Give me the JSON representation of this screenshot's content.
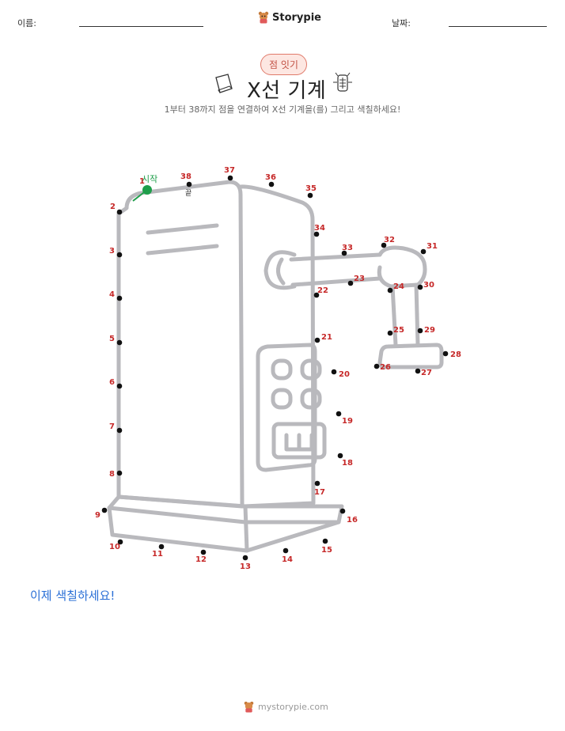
{
  "header": {
    "name_label": "이름:",
    "date_label": "날짜:",
    "brand": "Storypie"
  },
  "badge": "점 잇기",
  "title": "X선 기계",
  "subtitle": "1부터 38까지 점을 연결하여 X선 기계을(를) 그리고 색칠하세요!",
  "start_label": "시작",
  "end_label": "끝",
  "dots": [
    {
      "n": "1"
    },
    {
      "n": "2"
    },
    {
      "n": "3"
    },
    {
      "n": "4"
    },
    {
      "n": "5"
    },
    {
      "n": "6"
    },
    {
      "n": "7"
    },
    {
      "n": "8"
    },
    {
      "n": "9"
    },
    {
      "n": "10"
    },
    {
      "n": "11"
    },
    {
      "n": "12"
    },
    {
      "n": "13"
    },
    {
      "n": "14"
    },
    {
      "n": "15"
    },
    {
      "n": "16"
    },
    {
      "n": "17"
    },
    {
      "n": "18"
    },
    {
      "n": "19"
    },
    {
      "n": "20"
    },
    {
      "n": "21"
    },
    {
      "n": "22"
    },
    {
      "n": "23"
    },
    {
      "n": "24"
    },
    {
      "n": "25"
    },
    {
      "n": "26"
    },
    {
      "n": "27"
    },
    {
      "n": "28"
    },
    {
      "n": "29"
    },
    {
      "n": "30"
    },
    {
      "n": "31"
    },
    {
      "n": "32"
    },
    {
      "n": "33"
    },
    {
      "n": "34"
    },
    {
      "n": "35"
    },
    {
      "n": "36"
    },
    {
      "n": "37"
    },
    {
      "n": "38"
    }
  ],
  "colors": {
    "label": "#c62828",
    "dot": "#111111",
    "start": "#1e9e4a",
    "outline": "#b9b9bd",
    "accent_text": "#2a6fd6"
  },
  "color_prompt": "이제 색칠하세요!",
  "footer": "mystorypie.com"
}
